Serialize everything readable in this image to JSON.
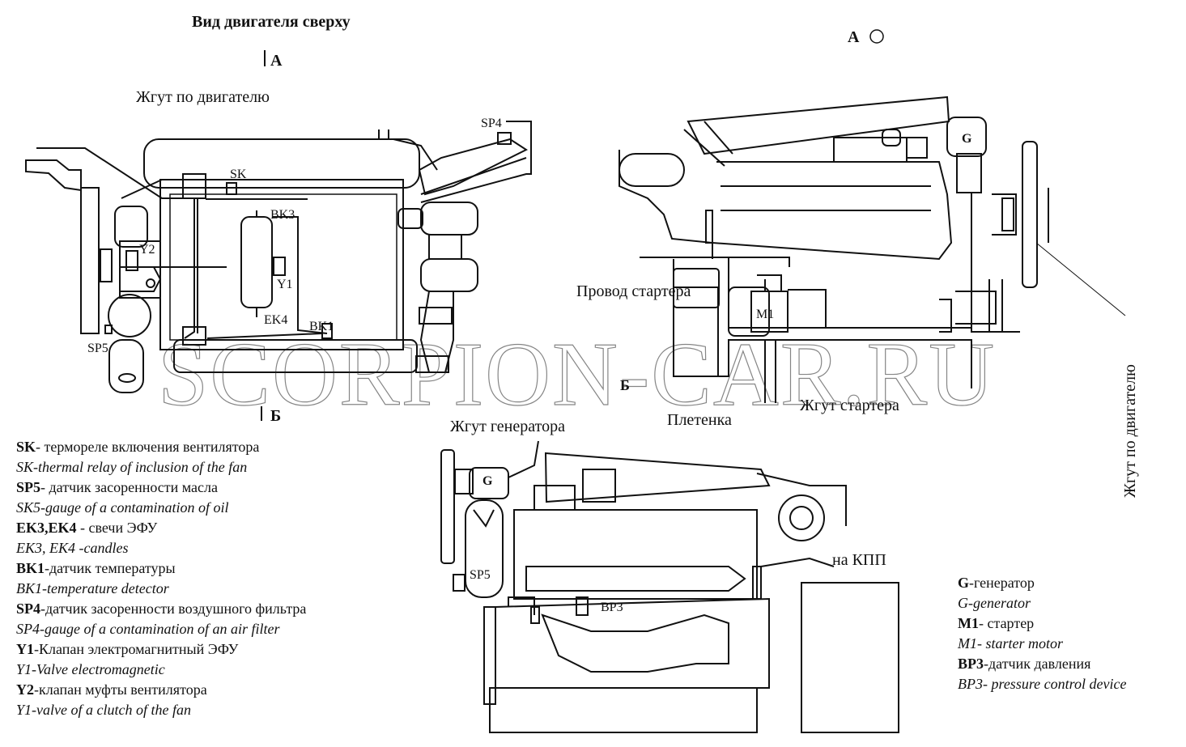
{
  "title": "Вид двигателя сверху",
  "watermark": "SCORPION-CAR.RU",
  "view_markers": {
    "a_top": "A",
    "b_bottom": "Б",
    "a_right": "A",
    "b_right": "Б"
  },
  "labels": {
    "harness_engine_top": "Жгут по двигателю",
    "harness_engine_vertical": "Жгут по двигателю",
    "sk": "SK",
    "sp4": "SP4",
    "bk3": "BK3",
    "y2": "Y2",
    "y1": "Y1",
    "ek4": "EK4",
    "bk1": "BK1",
    "sp5": "SP5",
    "g_right": "G",
    "m1": "M1",
    "starter_wire": "Провод стартера",
    "braid": "Плетенка",
    "starter_harness": "Жгут стартера",
    "generator_harness": "Жгут генератора",
    "g_bottom": "G",
    "sp5_bottom": "SP5",
    "bp3": "BP3",
    "to_gearbox": "на КПП"
  },
  "legend_left": [
    {
      "code": "SK",
      "text": "- термореле включения вентилятора",
      "en": "SK-thermal relay of inclusion of the fan"
    },
    {
      "code": "SP5",
      "text": "- датчик засоренности масла",
      "en": "SK5-gauge of a contamination of oil"
    },
    {
      "code": "EK3,EK4",
      "text": " - свечи ЭФУ",
      "en": "EK3, EK4 -candles"
    },
    {
      "code": "BK1",
      "text": "-датчик температуры",
      "en": "BK1-temperature detector"
    },
    {
      "code": "SP4",
      "text": "-датчик засоренности воздушного фильтра",
      "en": "SP4-gauge of a contamination of an air filter"
    },
    {
      "code": "Y1",
      "text": "-Клапан электромагнитный ЭФУ",
      "en": "Y1-Valve electromagnetic"
    },
    {
      "code": "Y2",
      "text": "-клапан муфты вентилятора",
      "en": "Y1-valve of a clutch of the fan"
    }
  ],
  "legend_right": [
    {
      "code": "G",
      "text": "-генератор",
      "en": "G-generator"
    },
    {
      "code": "M1",
      "text": "- стартер",
      "en": "M1- starter motor"
    },
    {
      "code": "BP3",
      "text": "-датчик давления",
      "en": "BP3- pressure control device"
    }
  ]
}
